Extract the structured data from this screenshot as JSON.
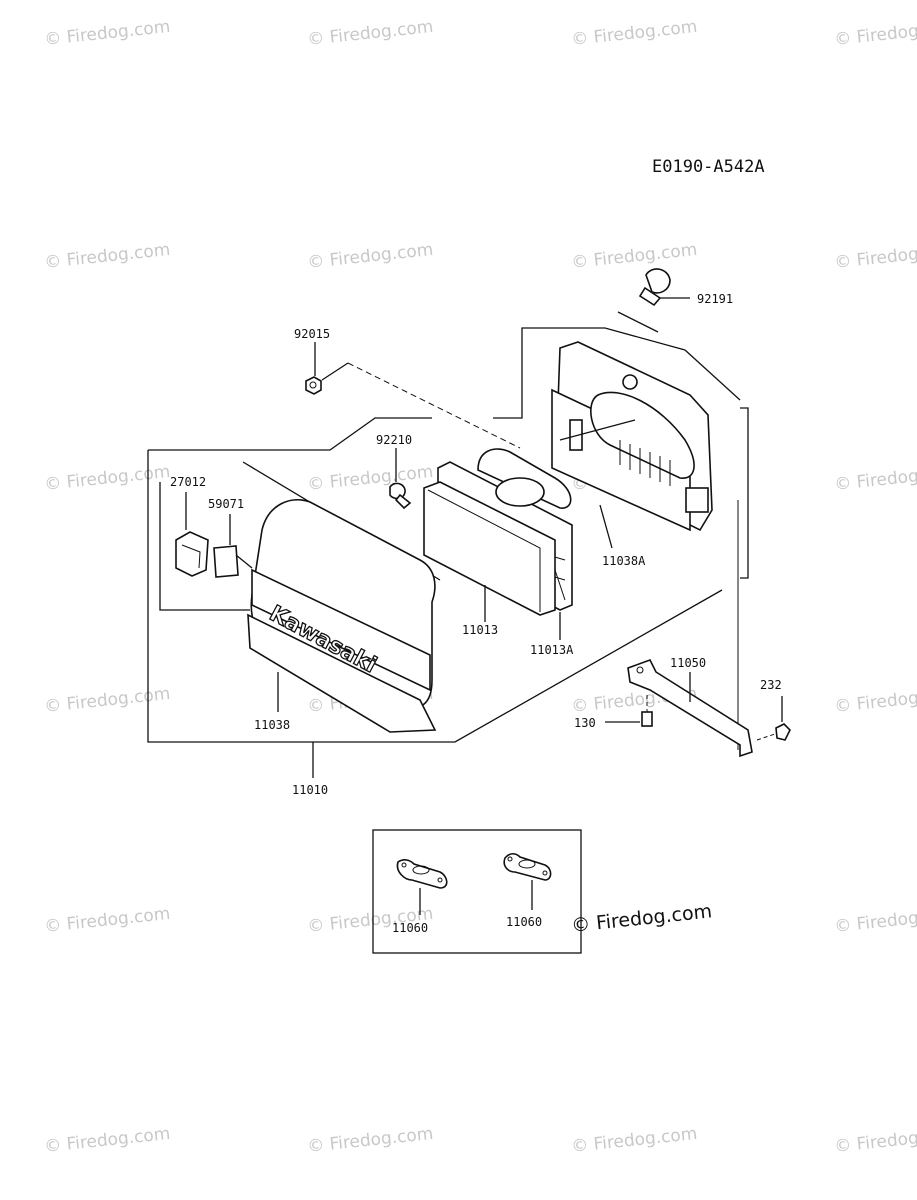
{
  "diagram_code": "E0190-A542A",
  "watermark": "© Firedog.com",
  "watermark_main": "© Firedog.com",
  "brand_text": "Kawasaki",
  "labels": {
    "p92191": "92191",
    "p92015": "92015",
    "p92210": "92210",
    "p27012": "27012",
    "p59071": "59071",
    "p11038A": "11038A",
    "p11013": "11013",
    "p11013A": "11013A",
    "p11050": "11050",
    "p232": "232",
    "p130": "130",
    "p11038": "11038",
    "p11010": "11010",
    "p11060a": "11060",
    "p11060b": "11060"
  }
}
